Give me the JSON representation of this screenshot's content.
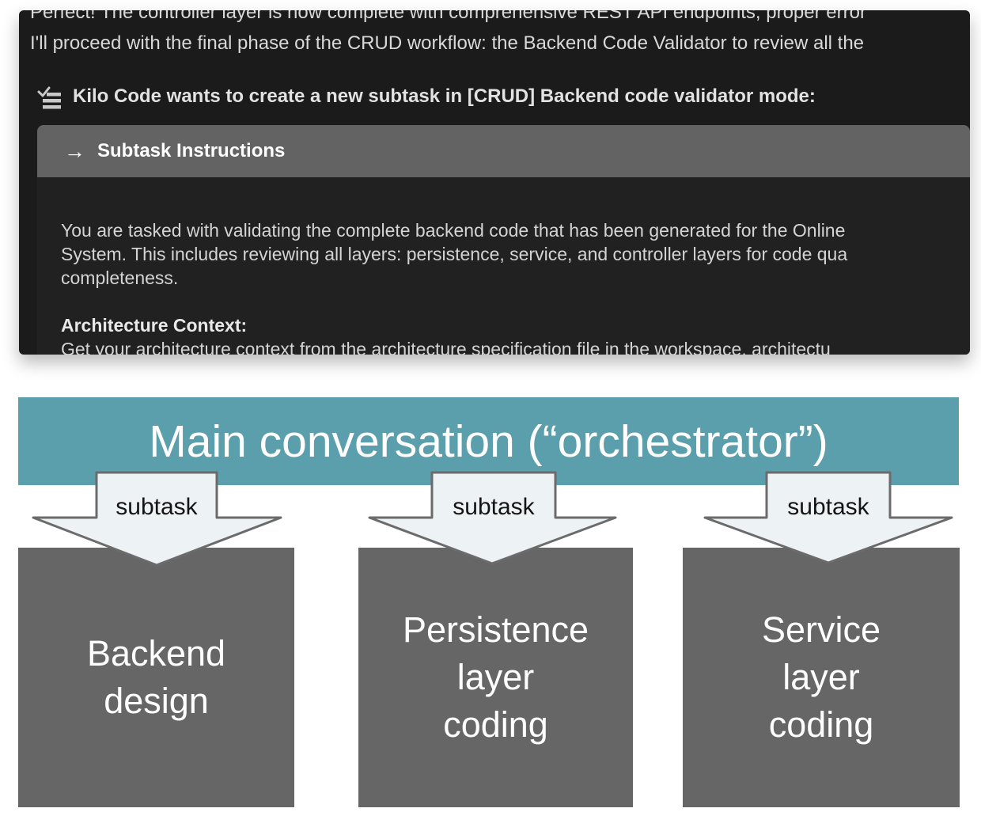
{
  "colors": {
    "banner_teal": "#5B9EAC",
    "task_box_gray": "#666666",
    "arrow_fill": "#EDF2F5",
    "arrow_outline": "#6B6B6B",
    "panel_background": "#1B1B1B",
    "instructions_background": "#212121",
    "header_bar_gray": "#636363"
  },
  "chat": {
    "line1": "Perfect! The controller layer is now complete with comprehensive REST API endpoints, proper error",
    "line2": "I'll proceed with the final phase of the CRUD workflow: the Backend Code Validator to review all the",
    "subtask_request": "Kilo Code wants to create a new subtask in [CRUD] Backend code validator mode:",
    "instructions": {
      "arrow_glyph": "→",
      "title": "Subtask Instructions",
      "paragraph_lines": [
        "You are tasked with validating the complete backend code that has been generated for the Online",
        "System. This includes reviewing all layers: persistence, service, and controller layers for code qua",
        "completeness."
      ],
      "heading": "Architecture Context:",
      "last_line": "Get your architecture context from the architecture specification file in the workspace, architectu"
    }
  },
  "diagram": {
    "banner_label": "Main conversation (“orchestrator”)",
    "arrows": [
      {
        "label": "subtask"
      },
      {
        "label": "subtask"
      },
      {
        "label": "subtask"
      }
    ],
    "boxes": [
      {
        "label_lines": [
          "Backend",
          "design"
        ]
      },
      {
        "label_lines": [
          "Persistence",
          "layer",
          "coding"
        ]
      },
      {
        "label_lines": [
          "Service",
          "layer",
          "coding"
        ]
      }
    ]
  }
}
